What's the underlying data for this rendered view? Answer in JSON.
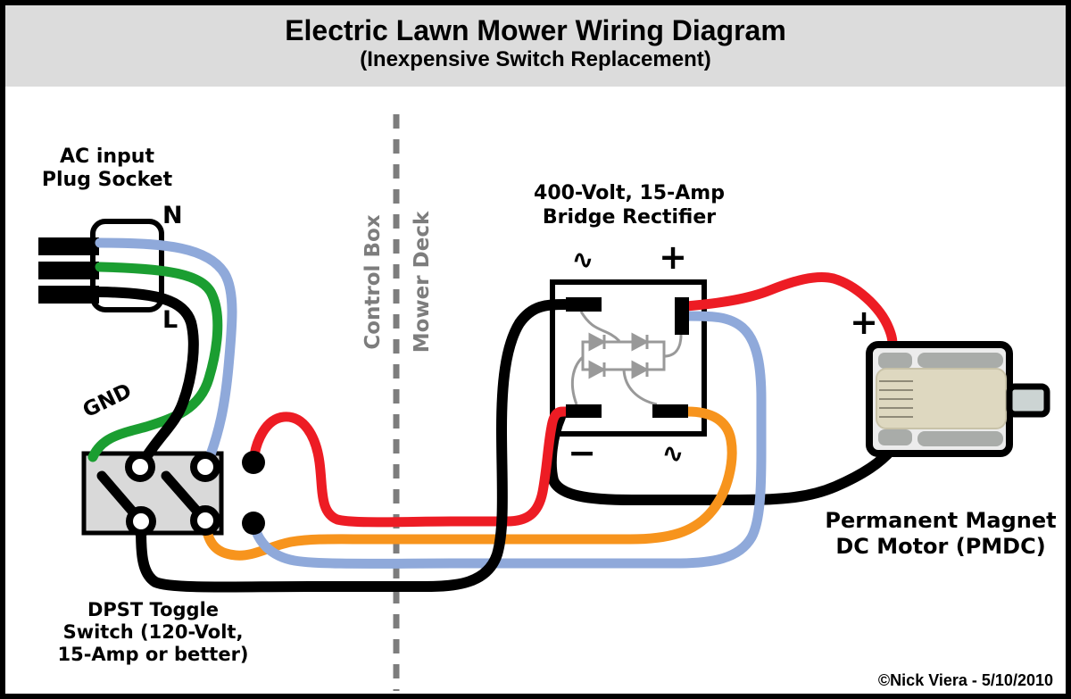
{
  "header": {
    "title": "Electric Lawn Mower Wiring Diagram",
    "subtitle": "(Inexpensive Switch Replacement)"
  },
  "colors": {
    "wire-red": "#ed1c24",
    "wire-orange": "#f7941d",
    "wire-blue": "#8fa9da",
    "wire-green": "#1b9e31",
    "wire-black": "#000000",
    "divider-gray": "#7d7d7d",
    "switch-fill": "#d9d9d9",
    "header-bg": "#dcdcdc",
    "bridge-gray": "#999999",
    "motor-body": "#ececec",
    "motor-magnet": "#a9aca9",
    "motor-armature": "#ded8c0",
    "motor-shaft": "#ccd4d3"
  },
  "components": {
    "plug_socket": {
      "label": "AC input\nPlug Socket",
      "neutral_label": "N",
      "line_label": "L",
      "ground_label": "GND"
    },
    "toggle_switch": {
      "label": "DPST Toggle\nSwitch (120-Volt,\n15-Amp or better)"
    },
    "divider": {
      "left_label": "Control Box",
      "right_label": "Mower Deck"
    },
    "rectifier": {
      "label": "400-Volt, 15-Amp\nBridge Rectifier",
      "ac_symbol_top": "∿",
      "plus_symbol": "+",
      "minus_symbol": "−",
      "ac_symbol_bottom": "∿"
    },
    "motor": {
      "label": "Permanent Magnet\nDC Motor (PMDC)",
      "plus_symbol": "+"
    }
  },
  "footer": {
    "credit": "©Nick Viera - 5/10/2010"
  }
}
